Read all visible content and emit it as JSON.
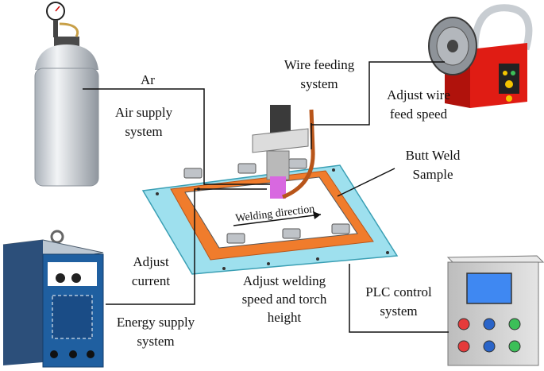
{
  "labels": {
    "ar": "Ar",
    "air_supply": [
      "Air supply",
      "system"
    ],
    "wire_feeding": [
      "Wire feeding",
      "system"
    ],
    "adjust_wire": [
      "Adjust wire",
      "feed speed"
    ],
    "butt_weld": [
      "Butt Weld",
      "Sample"
    ],
    "welding_direction": "Welding direction",
    "adjust_current": [
      "Adjust",
      "current"
    ],
    "adjust_speed": [
      "Adjust welding",
      "speed and torch",
      "height"
    ],
    "plc": [
      "PLC control",
      "system"
    ],
    "energy": [
      "Energy supply",
      "system"
    ]
  },
  "components": {
    "gas_cylinder": "gas-cylinder",
    "wire_feeder": "wire-feeder",
    "welding_torch": "welding-torch",
    "work_fixture": "work-fixture",
    "power_supply": "welding-power-supply",
    "plc_cabinet": "plc-control-cabinet"
  },
  "colors": {
    "cylinder": "#d9dde3",
    "feeder_red": "#e01c14",
    "base_plate": "#9ee0ee",
    "frame_orange": "#f07c2c",
    "plc_grey": "#d6d6d6",
    "power_blue": "#1f5fa0",
    "button_red": "#e53a3a",
    "button_blue": "#2a64c8",
    "button_green": "#3cbf58",
    "plc_screen": "#3f88f2",
    "torch_nozzle": "#d868e0"
  }
}
